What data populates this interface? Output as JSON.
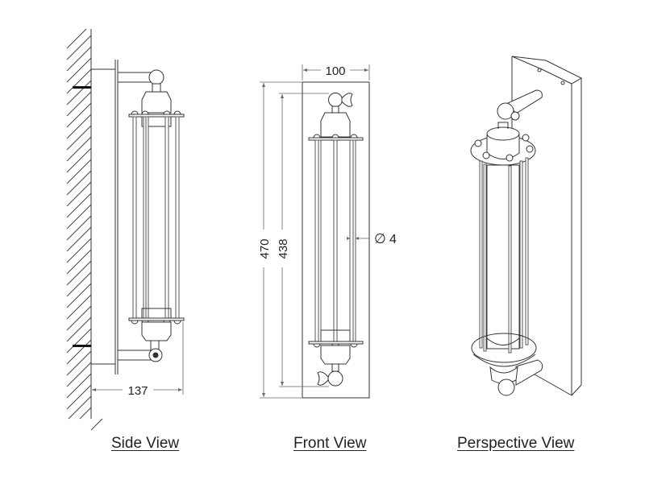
{
  "views": {
    "side": {
      "caption": "Side View",
      "dimensions": {
        "depth": "137"
      }
    },
    "front": {
      "caption": "Front View",
      "dimensions": {
        "width": "100",
        "overall_height": "470",
        "inner_height": "438",
        "rod_diameter": "4",
        "diameter_symbol": "∅"
      }
    },
    "perspective": {
      "caption": "Perspective View"
    }
  },
  "colors": {
    "line": "#333333",
    "dimension": "#666666",
    "background": "#ffffff"
  }
}
